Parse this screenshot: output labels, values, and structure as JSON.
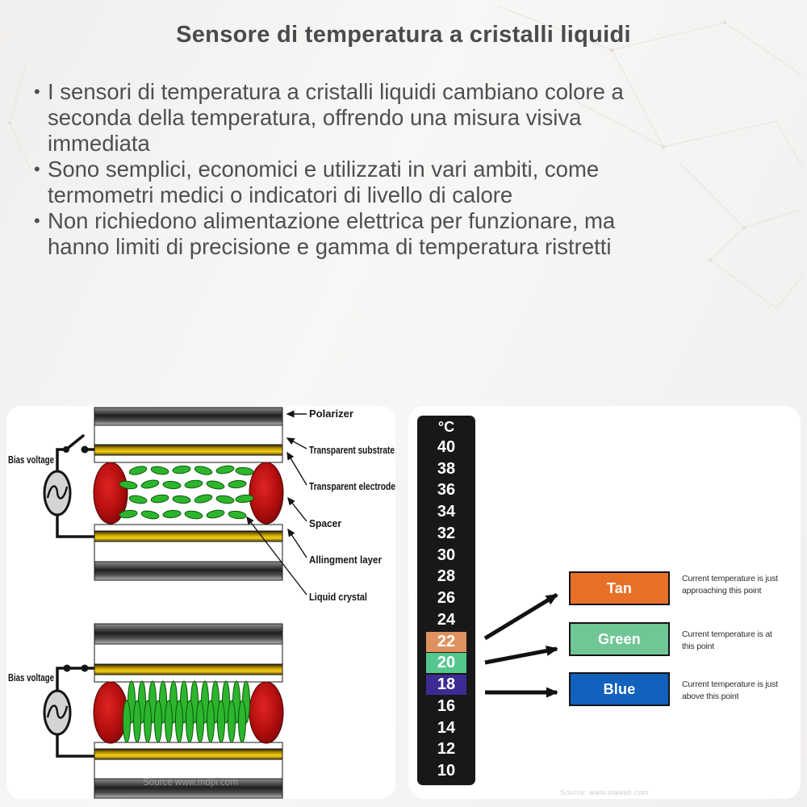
{
  "page": {
    "bullet_char": "•"
  },
  "title": "Sensore di temperatura a cristalli liquidi",
  "bullets": [
    {
      "lines": [
        "I sensori di temperatura a cristalli liquidi cambiano colore a",
        "seconda della temperatura, offrendo una misura visiva",
        "immediata"
      ]
    },
    {
      "lines": [
        "Sono semplici, economici e utilizzati in vari ambiti, come",
        "termometri medici o indicatori di livello di calore"
      ]
    },
    {
      "lines": [
        "Non richiedono alimentazione elettrica per funzionare, ma",
        "hanno limiti di precisione e gamma di temperatura ristretti"
      ]
    }
  ],
  "diagram": {
    "bias_label_top": "Bias voltage",
    "bias_label_bottom": "Bias voltage",
    "labels": [
      "Polarizer",
      "Transparent substrate",
      "Transparent electrode",
      "Spacer",
      "Allingment layer",
      "Liquid crystal"
    ],
    "watermark": "Source www.mdpi.com"
  },
  "thermometer": {
    "unit": "°C",
    "rows": [
      {
        "label": "40"
      },
      {
        "label": "38"
      },
      {
        "label": "36"
      },
      {
        "label": "34"
      },
      {
        "label": "32"
      },
      {
        "label": "30"
      },
      {
        "label": "28"
      },
      {
        "label": "26"
      },
      {
        "label": "24"
      },
      {
        "label": "22",
        "highlight": "tan"
      },
      {
        "label": "20",
        "highlight": "green"
      },
      {
        "label": "18",
        "highlight": "blue"
      },
      {
        "label": "16"
      },
      {
        "label": "14"
      },
      {
        "label": "12"
      },
      {
        "label": "10"
      }
    ],
    "watermark": "Source: www.staweb.com"
  },
  "legend": [
    {
      "label": "Tan",
      "color": "#e87026",
      "lines": [
        "Current temperature is just",
        "approaching this point"
      ]
    },
    {
      "label": "Green",
      "color": "#6fc795",
      "lines": [
        "Current temperature is at",
        "this point"
      ]
    },
    {
      "label": "Blue",
      "color": "#1161bd",
      "lines": [
        "Current temperature is just",
        "above this point"
      ]
    }
  ],
  "colors": {
    "highlight_tan": "#e0925e",
    "highlight_green": "#54c78d",
    "highlight_blue": "#3d2b94",
    "strip_bg": "#181818",
    "text": "#4f4f4f"
  }
}
